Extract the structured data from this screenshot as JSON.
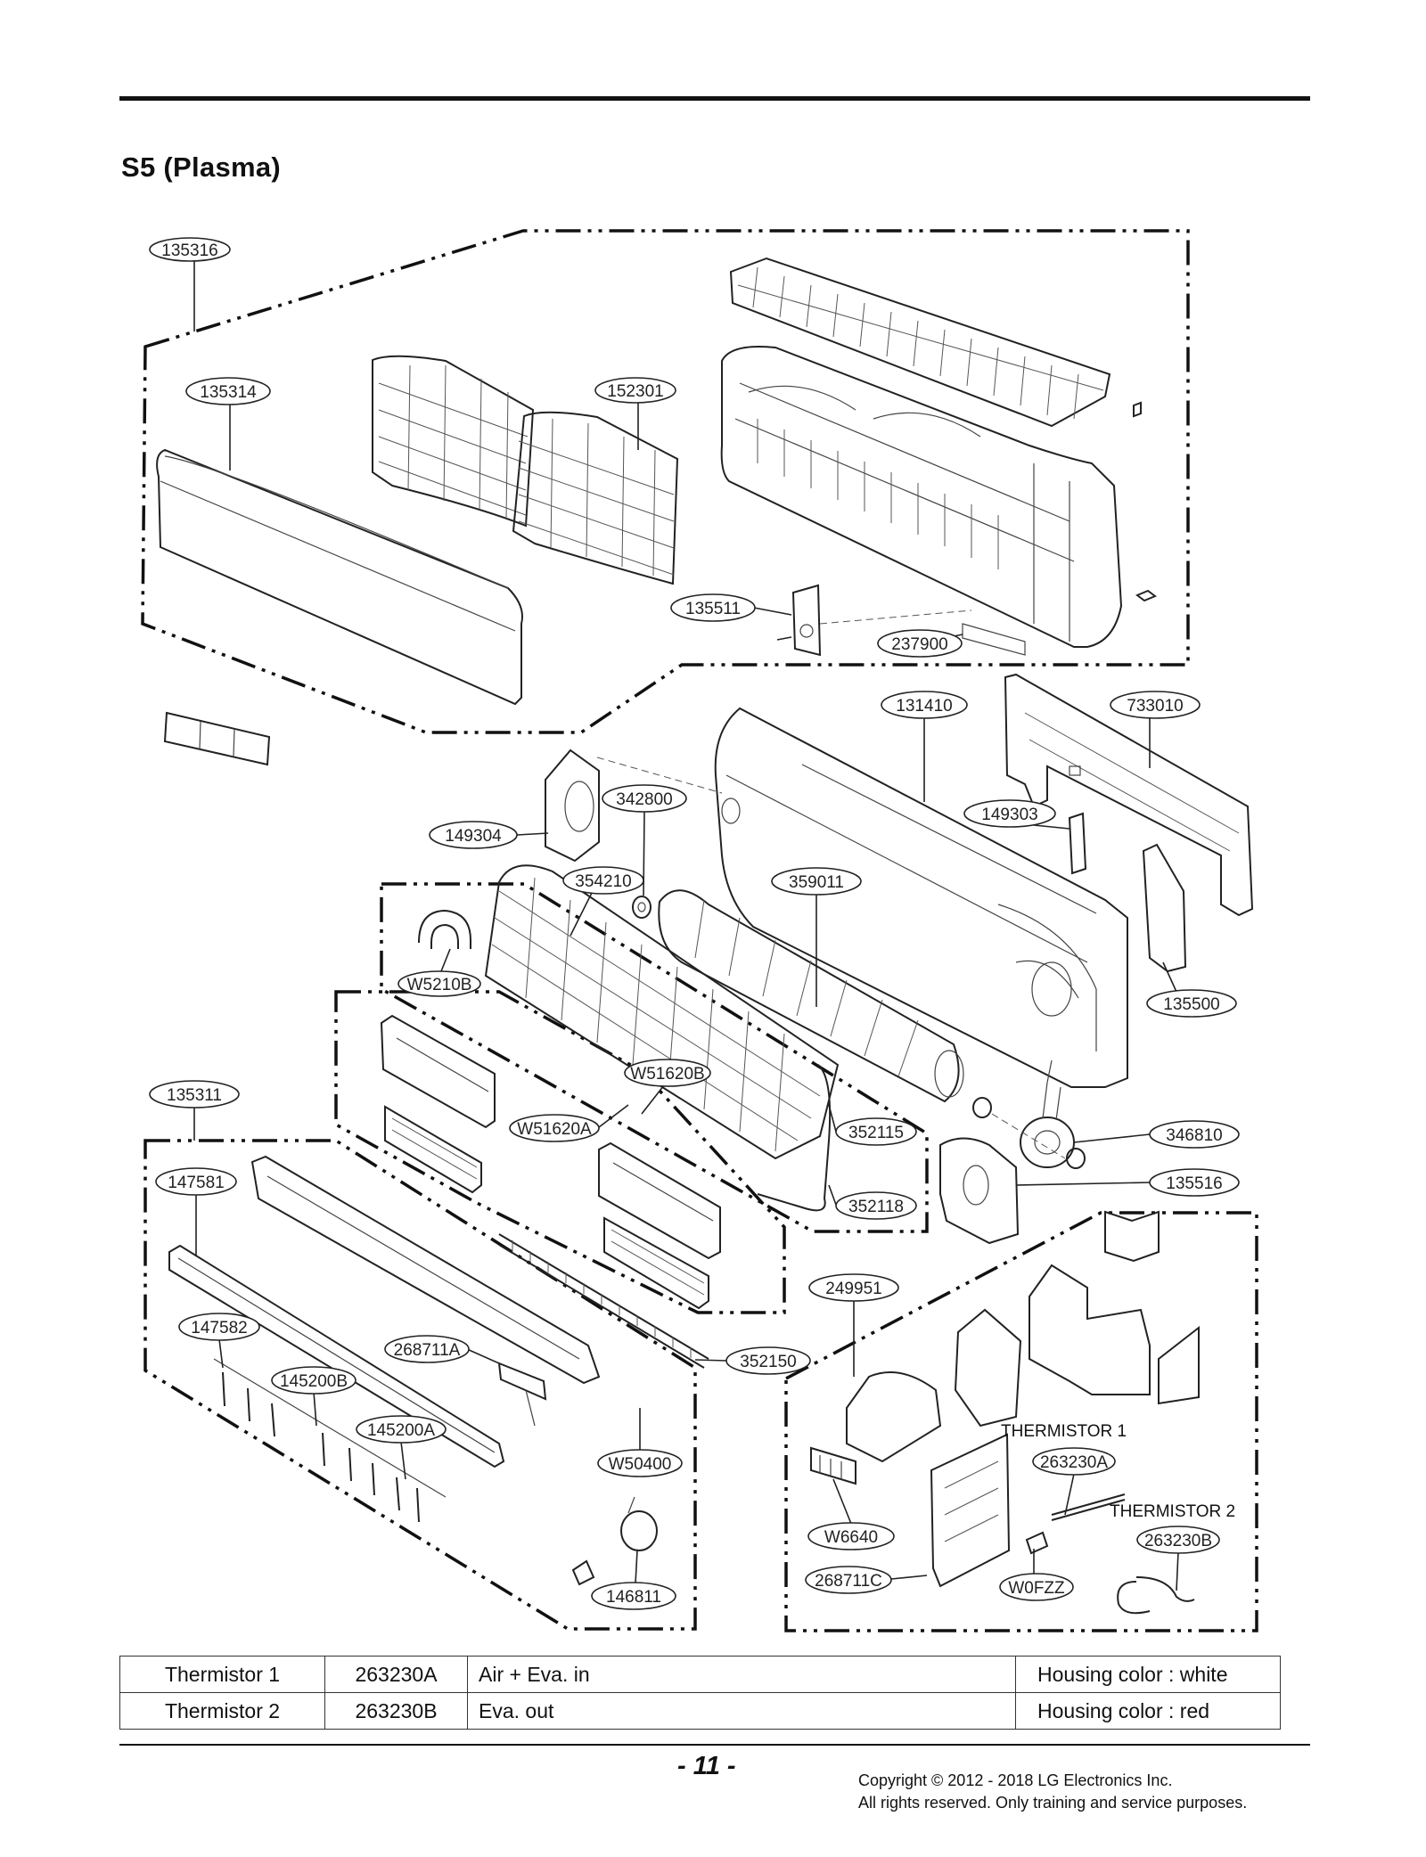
{
  "title": "S5 (Plasma)",
  "callouts": {
    "c135316": "135316",
    "c135314": "135314",
    "c152301": "152301",
    "c135511": "135511",
    "c237900": "237900",
    "c131410": "131410",
    "c733010": "733010",
    "c149304": "149304",
    "c342800": "342800",
    "c149303": "149303",
    "c354210": "354210",
    "c359011": "359011",
    "cW5210B": "W5210B",
    "c135500": "135500",
    "cW51620B": "W51620B",
    "c135311": "135311",
    "cW51620A": "W51620A",
    "c352115": "352115",
    "c346810": "346810",
    "c147581": "147581",
    "c135516": "135516",
    "c352118": "352118",
    "c249951": "249951",
    "c147582": "147582",
    "c268711A": "268711A",
    "c352150": "352150",
    "c145200B": "145200B",
    "c145200A": "145200A",
    "cW50400": "W50400",
    "c263230A": "263230A",
    "c263230B": "263230B",
    "cW6640": "W6640",
    "c268711C": "268711C",
    "cW0FZZ": "W0FZZ",
    "c146811": "146811"
  },
  "labels": {
    "thermistor1": "THERMISTOR 1",
    "thermistor2": "THERMISTOR 2"
  },
  "table": [
    [
      "Thermistor 1",
      "263230A",
      "Air + Eva. in",
      "Housing color : white"
    ],
    [
      "Thermistor 2",
      "263230B",
      "Eva. out",
      "Housing color : red"
    ]
  ],
  "footer": {
    "page_number": "- 11 -",
    "copyright_line1": "Copyright © 2012 - 2018 LG Electronics Inc.",
    "copyright_line2": "All rights reserved. Only training and service purposes."
  }
}
